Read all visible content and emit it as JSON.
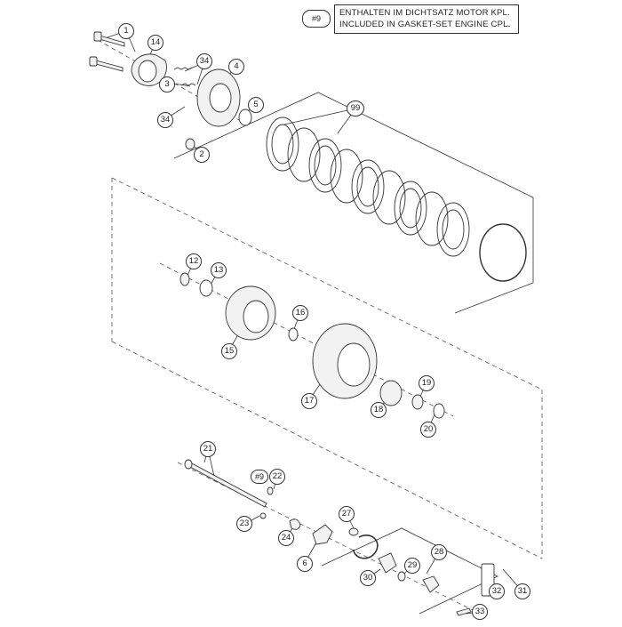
{
  "legend": {
    "badge": "#9",
    "line1": "ENTHALTEN IM DICHTSATZ MOTOR KPL.",
    "line2": "INCLUDED IN GASKET-SET ENGINE CPL."
  },
  "callouts": [
    {
      "id": "c1",
      "text": "1"
    },
    {
      "id": "c14",
      "text": "14"
    },
    {
      "id": "c34a",
      "text": "34"
    },
    {
      "id": "c4",
      "text": "4"
    },
    {
      "id": "c3",
      "text": "3"
    },
    {
      "id": "c34b",
      "text": "34"
    },
    {
      "id": "c5",
      "text": "5"
    },
    {
      "id": "c2",
      "text": "2"
    },
    {
      "id": "c99",
      "text": "99"
    },
    {
      "id": "c12",
      "text": "12"
    },
    {
      "id": "c13",
      "text": "13"
    },
    {
      "id": "c16",
      "text": "16"
    },
    {
      "id": "c15",
      "text": "15"
    },
    {
      "id": "c17",
      "text": "17"
    },
    {
      "id": "c19",
      "text": "19"
    },
    {
      "id": "c18",
      "text": "18"
    },
    {
      "id": "c20",
      "text": "20"
    },
    {
      "id": "c21",
      "text": "21"
    },
    {
      "id": "c9",
      "text": "#9"
    },
    {
      "id": "c22",
      "text": "22"
    },
    {
      "id": "c23",
      "text": "23"
    },
    {
      "id": "c27",
      "text": "27"
    },
    {
      "id": "c24",
      "text": "24"
    },
    {
      "id": "c6",
      "text": "6"
    },
    {
      "id": "c28",
      "text": "28"
    },
    {
      "id": "c29",
      "text": "29"
    },
    {
      "id": "c30",
      "text": "30"
    },
    {
      "id": "c32",
      "text": "32"
    },
    {
      "id": "c31",
      "text": "31"
    },
    {
      "id": "c33",
      "text": "33"
    }
  ]
}
